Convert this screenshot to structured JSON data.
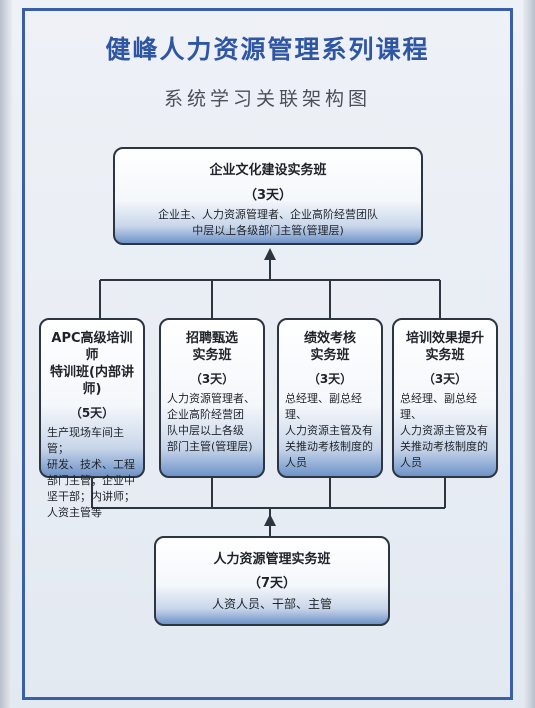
{
  "title": "健峰人力资源管理系列课程",
  "subtitle": "系统学习关联架构图",
  "courses": {
    "top": {
      "name": "企业文化建设实务班",
      "duration": "（3天）",
      "audience": [
        "企业主、人力资源管理者、企业高阶经营团队",
        "中层以上各级部门主管(管理层)"
      ]
    },
    "apc": {
      "name": [
        "APC高级培训师",
        "特训班(内部讲师)"
      ],
      "duration": "（5天）",
      "audience": [
        "生产现场车间主管；",
        "研发、技术、工程",
        "部门主管；企业中",
        "坚干部；内讲师；",
        "人资主管等"
      ]
    },
    "recruit": {
      "name": [
        "招聘甄选",
        "实务班"
      ],
      "duration": "（3天）",
      "audience": [
        "人力资源管理者、",
        "企业高阶经营团",
        "队中层以上各级",
        "部门主管(管理层)"
      ]
    },
    "performance": {
      "name": [
        "绩效考核",
        "实务班"
      ],
      "duration": "（3天）",
      "audience": [
        "总经理、副总经理、",
        "人力资源主管及有",
        "关推动考核制度的",
        "人员"
      ]
    },
    "training": {
      "name": [
        "培训效果提升",
        "实务班"
      ],
      "duration": "（3天）",
      "audience": [
        "总经理、副总经理、",
        "人力资源主管及有",
        "关推动考核制度的",
        "人员"
      ]
    },
    "bottom": {
      "name": "人力资源管理实务班",
      "duration": "（7天）",
      "audience": [
        "人资人员、干部、主管"
      ]
    }
  },
  "colors": {
    "frame": "#3b5ea8",
    "title": "#2f56a3",
    "connector": "#2d3540"
  }
}
